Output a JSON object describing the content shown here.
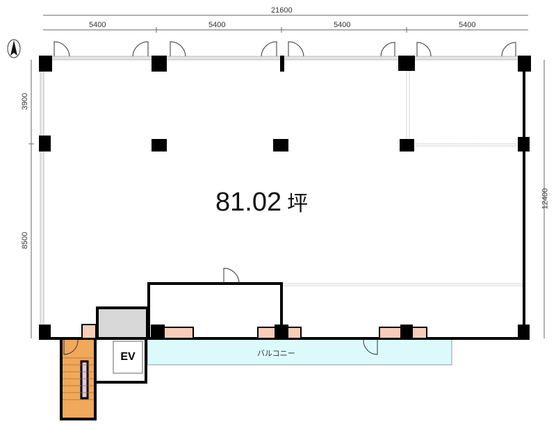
{
  "dimensions": {
    "total_width": "21600",
    "bays": [
      "5400",
      "5400",
      "5400",
      "5400"
    ],
    "left": [
      "3900",
      "8500"
    ],
    "right": "12400"
  },
  "area": {
    "value": "81.02",
    "unit": "坪"
  },
  "labels": {
    "balcony": "バルコニー",
    "elevator": "EV"
  },
  "colors": {
    "stair": "#f0a85a",
    "balcony": "#dcfafc",
    "shaft": "#d8d8d8",
    "pink": "#f8cdb8"
  }
}
